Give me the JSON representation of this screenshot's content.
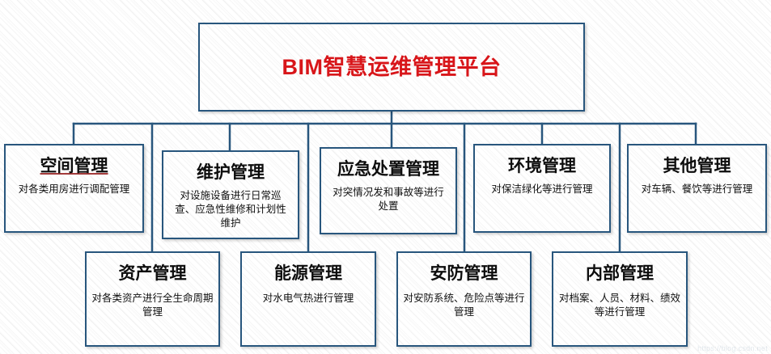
{
  "diagram": {
    "type": "org-chart",
    "root": {
      "title": "BIM智慧运维管理平台",
      "color": "#d8161a"
    },
    "line_color": "#28567d",
    "border_color": "#28567d",
    "row1": [
      {
        "title": "空间管理",
        "desc": "对各类用房进行调配管理"
      },
      {
        "title": "维护管理",
        "desc": "对设施设备进行日常巡查、应急性维修和计划性维护"
      },
      {
        "title": "应急处置管理",
        "desc": "对突情况发和事故等进行处置"
      },
      {
        "title": "环境管理",
        "desc": "对保洁绿化等进行管理"
      },
      {
        "title": "其他管理",
        "desc": "对车辆、餐饮等进行管理"
      }
    ],
    "row2": [
      {
        "title": "资产管理",
        "desc": "对各类资产进行全生命周期管理"
      },
      {
        "title": "能源管理",
        "desc": "对水电气热进行管理"
      },
      {
        "title": "安防管理",
        "desc": "对安防系统、危险点等进行管理"
      },
      {
        "title": "内部管理",
        "desc": "对档案、人员、材料、绩效等进行管理"
      }
    ],
    "watermark": "https://blog.csdn.net"
  }
}
